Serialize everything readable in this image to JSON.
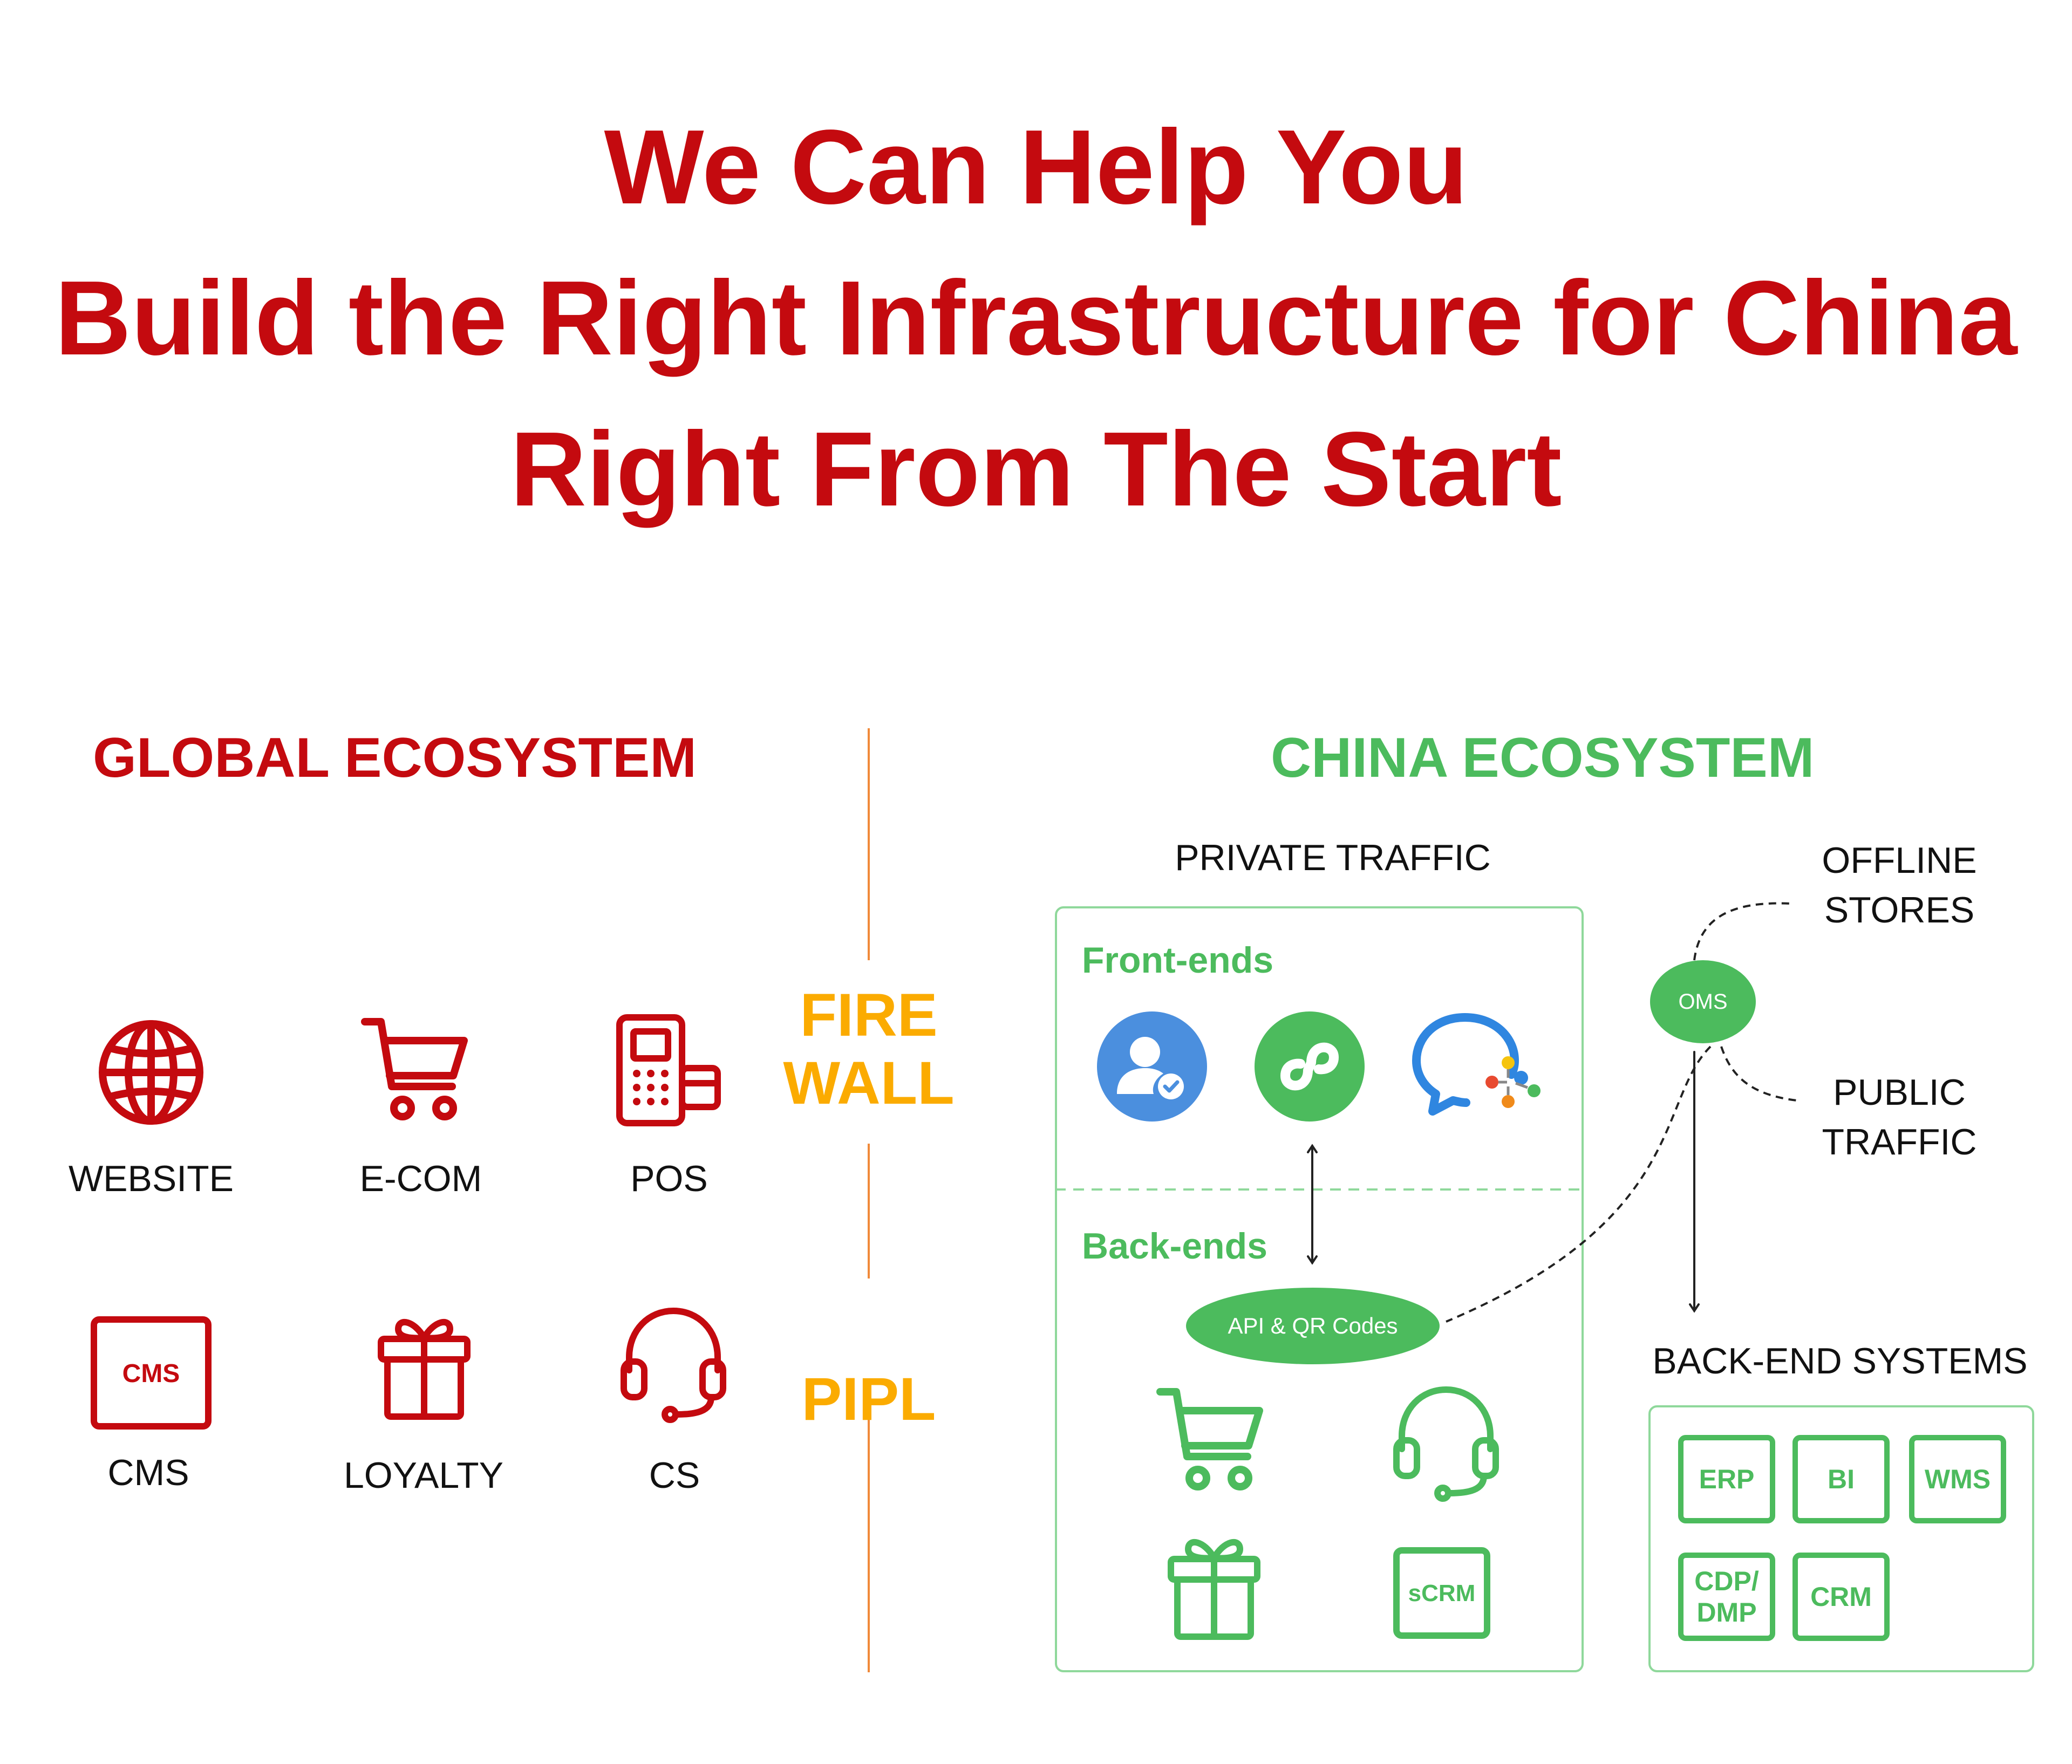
{
  "title": {
    "line1": "We Can Help You",
    "line2": "Build the Right Infrastructure for China",
    "line3": "Right From The Start"
  },
  "global": {
    "heading": "GLOBAL ECOSYSTEM",
    "items": [
      {
        "label": "WEBSITE",
        "icon": "globe-icon"
      },
      {
        "label": "E-COM",
        "icon": "shopping-cart-icon"
      },
      {
        "label": "POS",
        "icon": "pos-terminal-icon"
      },
      {
        "label": "CMS",
        "icon": "cms-icon",
        "icon_text": "CMS"
      },
      {
        "label": "LOYALTY",
        "icon": "gift-icon"
      },
      {
        "label": "CS",
        "icon": "headset-icon"
      }
    ]
  },
  "divider": {
    "firewall_line1": "FIRE",
    "firewall_line2": "WALL",
    "pipl": "PIPL"
  },
  "china": {
    "heading": "CHINA ECOSYSTEM",
    "private_traffic": "PRIVATE TRAFFIC",
    "front_ends": "Front-ends",
    "back_ends": "Back-ends",
    "api_pill": "API & QR Codes",
    "oms": "OMS",
    "offline_stores_line1": "OFFLINE",
    "offline_stores_line2": "STORES",
    "public_traffic_line1": "PUBLIC",
    "public_traffic_line2": "TRAFFIC",
    "backend_systems": "BACK-END SYSTEMS",
    "backend_icons": [
      {
        "icon": "shopping-cart-icon"
      },
      {
        "icon": "headset-icon"
      },
      {
        "icon": "gift-icon"
      },
      {
        "icon": "scrm-icon",
        "icon_text": "sCRM"
      }
    ],
    "systems": [
      "ERP",
      "BI",
      "WMS",
      "CDP/\nDMP",
      "CRM"
    ]
  },
  "colors": {
    "red": "#c40a0f",
    "green": "#4cbb5d",
    "yellow": "#fbab00",
    "orange_line": "#f08a3a",
    "blue": "#4b8fde"
  }
}
